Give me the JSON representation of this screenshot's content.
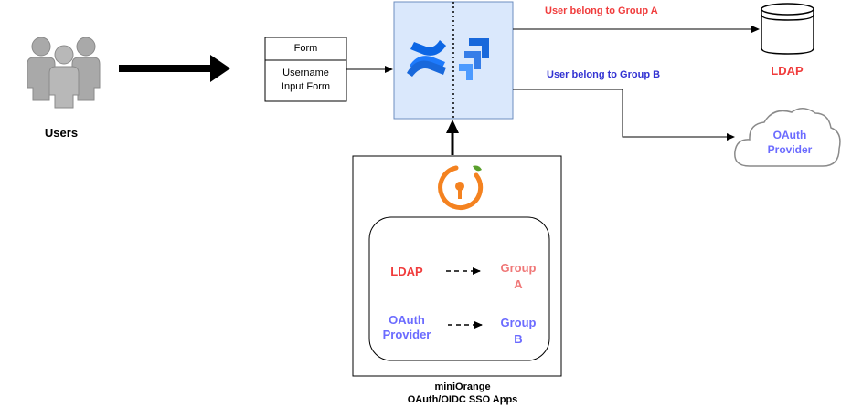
{
  "users": {
    "label": "Users"
  },
  "form": {
    "title": "Form",
    "body_line1": "Username",
    "body_line2": "Input Form"
  },
  "ldap": {
    "label": "LDAP",
    "color": "#f03c3c"
  },
  "oauth": {
    "line1": "OAuth",
    "line2": "Provider",
    "color": "#6b6bff"
  },
  "edges": {
    "group_a": "User belong to Group A",
    "group_b": "User belong to Group B"
  },
  "mapping": {
    "ldap_label": "LDAP",
    "oauth_line1": "OAuth",
    "oauth_line2": "Provider",
    "group_a_line1": "Group",
    "group_a_line2": "A",
    "group_b_line1": "Group",
    "group_b_line2": "B"
  },
  "miniorange": {
    "line1": "miniOrange",
    "line2": "OAuth/OIDC SSO Apps"
  },
  "colors": {
    "red": "#f03c3c",
    "blue": "#3232d2",
    "group_a": "#f07878",
    "group_b": "#6b6bff",
    "atlassian_box": "#dae8fc",
    "atlassian_border": "#6c8ebf",
    "atlassian_blue": "#1868db"
  }
}
